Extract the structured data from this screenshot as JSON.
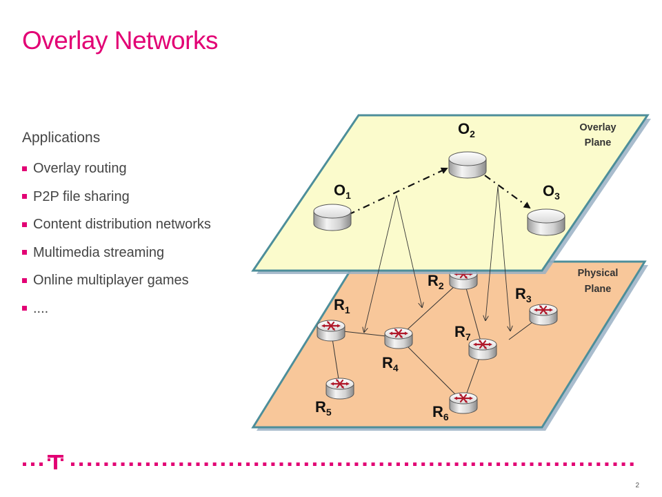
{
  "slide": {
    "title": "Overlay Networks",
    "page_number": "2"
  },
  "applications": {
    "heading": "Applications",
    "items": [
      "Overlay routing",
      "P2P file sharing",
      "Content distribution networks",
      "Multimedia streaming",
      "Online multiplayer games",
      "...."
    ]
  },
  "diagram": {
    "overlay_plane_label_1": "Overlay",
    "overlay_plane_label_2": "Plane",
    "physical_plane_label_1": "Physical",
    "physical_plane_label_2": "Plane",
    "overlay_nodes": [
      {
        "id": "O1",
        "base": "O",
        "sub": "1"
      },
      {
        "id": "O2",
        "base": "O",
        "sub": "2"
      },
      {
        "id": "O3",
        "base": "O",
        "sub": "3"
      }
    ],
    "routers": [
      {
        "id": "R1",
        "base": "R",
        "sub": "1"
      },
      {
        "id": "R2",
        "base": "R",
        "sub": "2"
      },
      {
        "id": "R3",
        "base": "R",
        "sub": "3"
      },
      {
        "id": "R4",
        "base": "R",
        "sub": "4"
      },
      {
        "id": "R5",
        "base": "R",
        "sub": "5"
      },
      {
        "id": "R6",
        "base": "R",
        "sub": "6"
      },
      {
        "id": "R7",
        "base": "R",
        "sub": "7"
      }
    ],
    "colors": {
      "overlay_plane": "#fbfbcc",
      "physical_plane": "#f8c79a",
      "plane_border": "#4d8e9a",
      "plane_shadow": "#9ab0c4",
      "accent": "#e20074"
    }
  },
  "branding": {
    "logo_letter": "T",
    "logo_icon": "telekom-t-logo-icon"
  }
}
